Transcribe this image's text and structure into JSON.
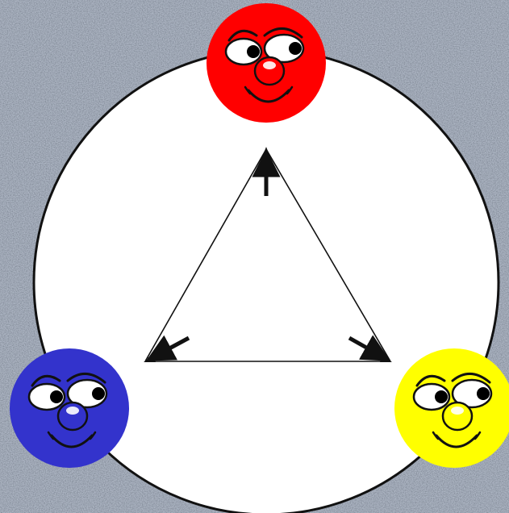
{
  "colors": {
    "background": "#b9cdec",
    "circle_fill": "#ffffff",
    "outline": "#111111",
    "red": "#ff0000",
    "blue": "#3333cc",
    "yellow": "#ffff00",
    "nose_highlight": "#ffffff"
  },
  "faces": [
    {
      "name": "red-face",
      "color": "red",
      "position": "top"
    },
    {
      "name": "blue-face",
      "color": "blue",
      "position": "bottom-left"
    },
    {
      "name": "yellow-face",
      "color": "yellow",
      "position": "bottom-right"
    }
  ],
  "arrows": [
    {
      "name": "arrow-up-icon",
      "direction": "up"
    },
    {
      "name": "arrow-down-left-icon",
      "direction": "down-left"
    },
    {
      "name": "arrow-down-right-icon",
      "direction": "down-right"
    }
  ],
  "icons": {
    "face": "smiley-face-icon",
    "arrow": "arrow-icon"
  }
}
